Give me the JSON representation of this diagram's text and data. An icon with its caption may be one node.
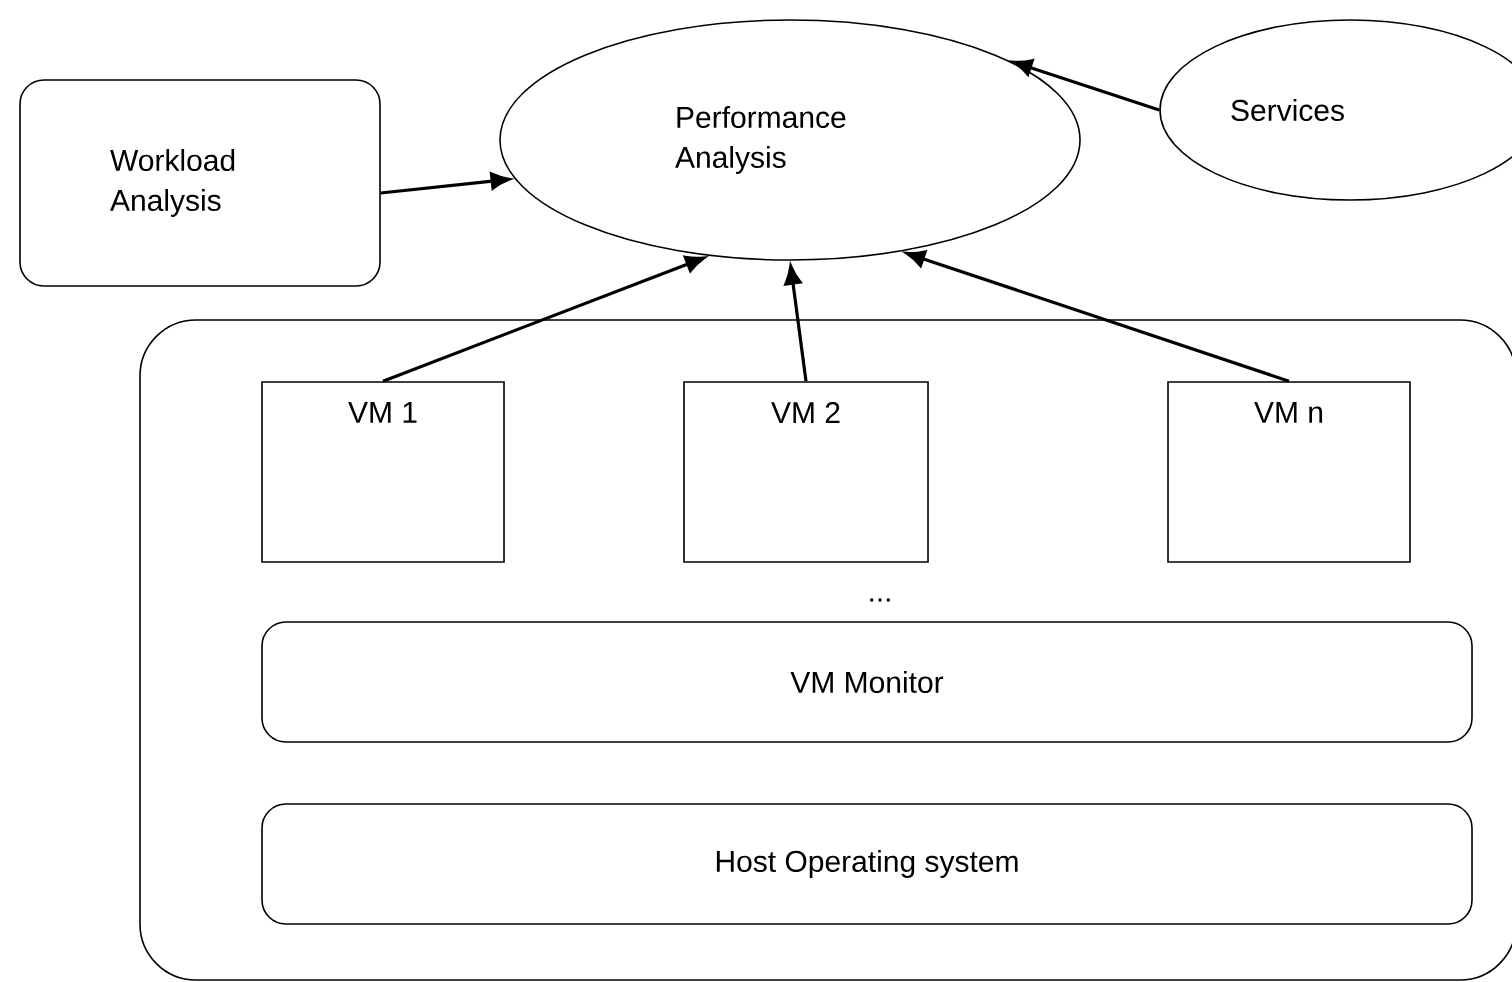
{
  "diagram": {
    "nodes": [
      {
        "text": [
          "Workload Analysis"
        ]
      },
      {
        "text": [
          "Performance Analysis"
        ]
      },
      {
        "text": [
          "Services"
        ]
      },
      {
        "text": [],
        "shape": "box"
      },
      {
        "text": [
          "VM 1"
        ],
        "in": 3
      },
      {
        "text": [
          "VM 2"
        ],
        "in": 3
      },
      {
        "text": [
          "VM n"
        ],
        "in": 3
      },
      {
        "text": [
          "VM Monitor"
        ],
        "in": 3
      },
      {
        "text": [
          "Host Operating system"
        ],
        "in": 3
      }
    ],
    "edges": [
      {
        "from": 0,
        "to": 1,
        "arrow": "to"
      },
      {
        "from": 2,
        "to": 1,
        "arrow": "to"
      },
      {
        "from": 4,
        "to": 1,
        "arrow": "to"
      },
      {
        "from": 5,
        "to": 1,
        "arrow": "to"
      },
      {
        "from": 6,
        "to": 1,
        "arrow": "to"
      }
    ],
    "labels": [
      "..."
    ]
  }
}
